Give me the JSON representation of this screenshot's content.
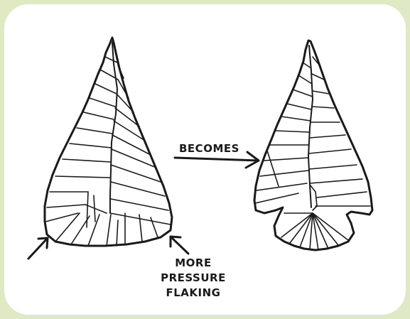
{
  "labels": {
    "becomes": "BECOMES",
    "note_line1": "MORE",
    "note_line2": "PRESSURE",
    "note_line3": "FLAKING"
  },
  "colors": {
    "frame": "#dfe9c4",
    "ink": "#1a1a1a",
    "background": "#ffffff"
  }
}
